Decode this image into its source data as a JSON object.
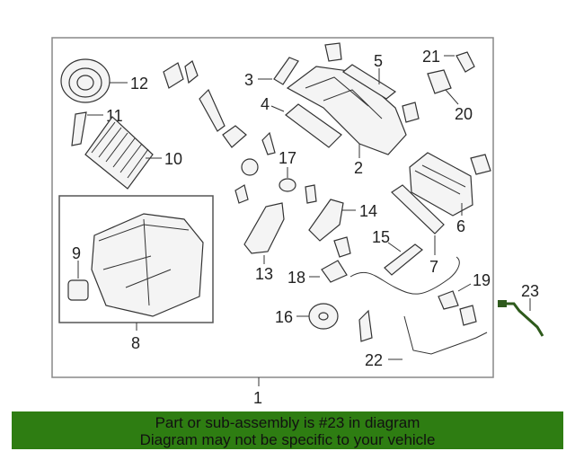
{
  "callouts": {
    "c1": "1",
    "c2": "2",
    "c3": "3",
    "c4": "4",
    "c5": "5",
    "c6": "6",
    "c7": "7",
    "c8": "8",
    "c9": "9",
    "c10": "10",
    "c11": "11",
    "c12": "12",
    "c13": "13",
    "c14": "14",
    "c15": "15",
    "c16": "16",
    "c17": "17",
    "c18": "18",
    "c19": "19",
    "c20": "20",
    "c21": "21",
    "c22": "22",
    "c23": "23"
  },
  "banner": {
    "line1": "Part or sub-assembly is #23 in diagram",
    "line2": "Diagram may not be specific to your vehicle"
  },
  "colors": {
    "banner_bg": "#2e7d12",
    "highlight": "#2e5a1c"
  }
}
